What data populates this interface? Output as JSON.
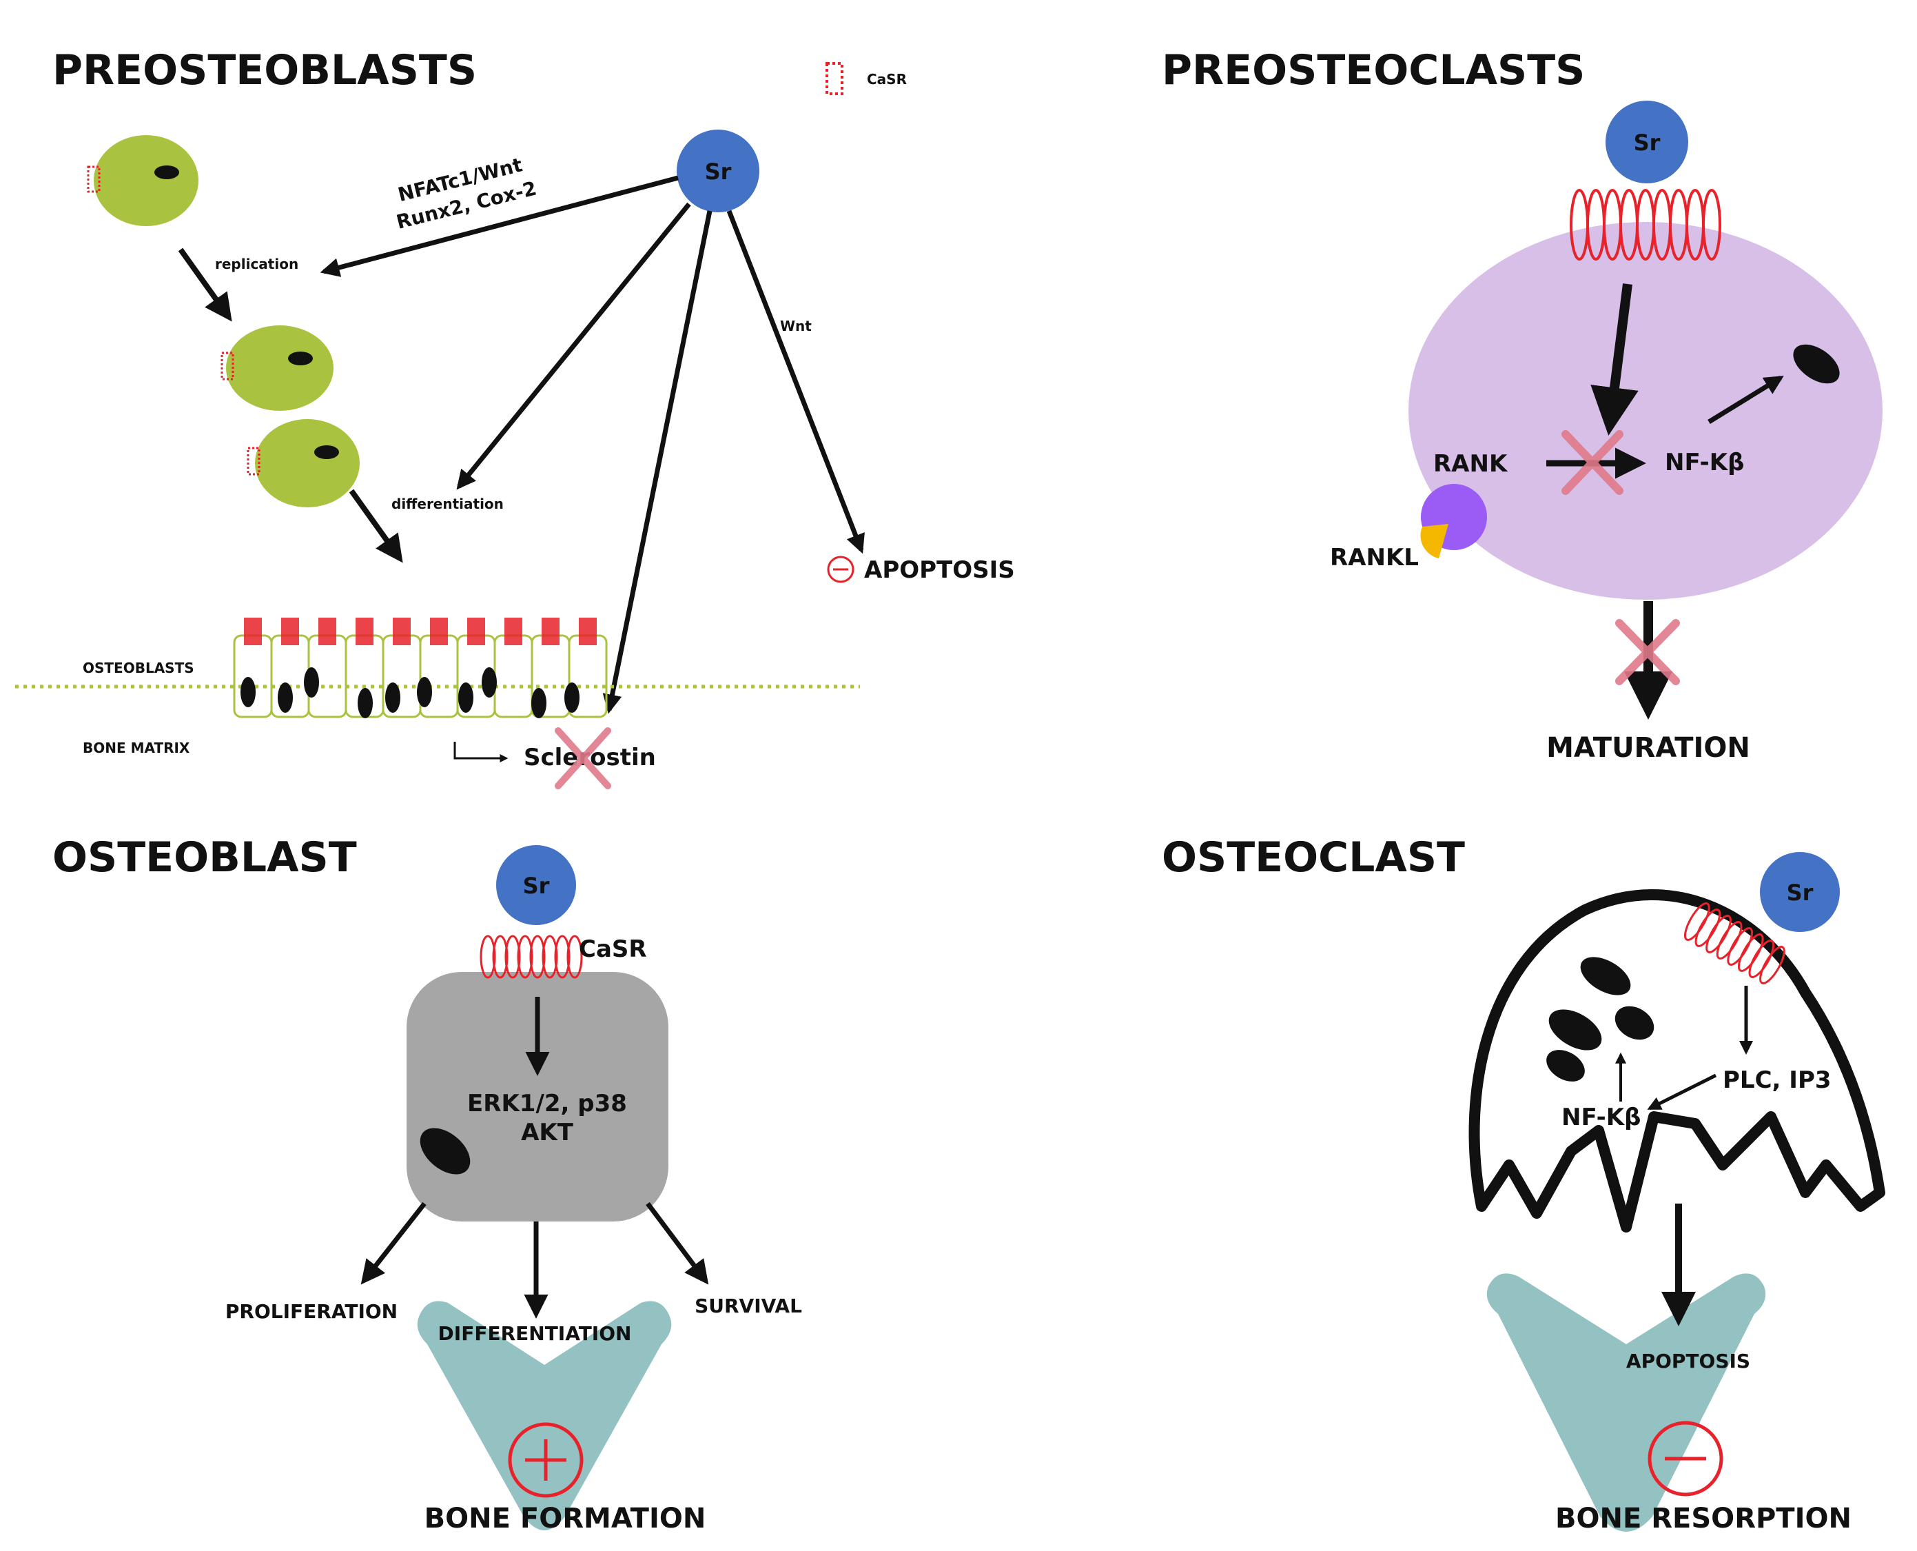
{
  "panels": {
    "preosteoblasts": {
      "title": "PREOSTEOBLASTS",
      "legend_casr": "CaSR",
      "sr": "Sr",
      "pathway_line1": "NFATc1/Wnt",
      "pathway_line2": "Runx2, Cox-2",
      "wnt": "Wnt",
      "replication": "replication",
      "differentiation": "differentiation",
      "apoptosis": "APOPTOSIS",
      "osteoblasts": "OSTEOBLASTS",
      "bone_matrix": "BONE MATRIX",
      "sclerostin": "Sclerostin"
    },
    "preosteoclasts": {
      "title": "PREOSTEOCLASTS",
      "sr": "Sr",
      "rank": "RANK",
      "rankl": "RANKL",
      "nfkb": "NF-Kβ",
      "maturation": "MATURATION"
    },
    "osteoblast": {
      "title": "OSTEOBLAST",
      "sr": "Sr",
      "casr": "CaSR",
      "kinases_line1": "ERK1/2, p38",
      "kinases_line2": "AKT",
      "proliferation": "PROLIFERATION",
      "differentiation": "DIFFERENTIATION",
      "survival": "SURVIVAL",
      "outcome": "BONE FORMATION"
    },
    "osteoclast": {
      "title": "OSTEOCLAST",
      "sr": "Sr",
      "plc": "PLC, IP3",
      "nfkb": "NF-Kβ",
      "apoptosis": "APOPTOSIS",
      "outcome": "BONE RESORPTION"
    }
  },
  "colors": {
    "sr_blue": "#4472c4",
    "preosteoblast_green": "#a9c23f",
    "receptor_red": "#e8222a",
    "preosteoclast_purple": "#d8bfe8",
    "rank_purple": "#9b5cf6",
    "rankl_yellow": "#f5b800",
    "inhibit_pink": "#e07a8a",
    "osteoblast_gray": "#a6a6a6",
    "bone_teal": "#94c2c2",
    "matrix_line_green": "#a9c23f"
  }
}
